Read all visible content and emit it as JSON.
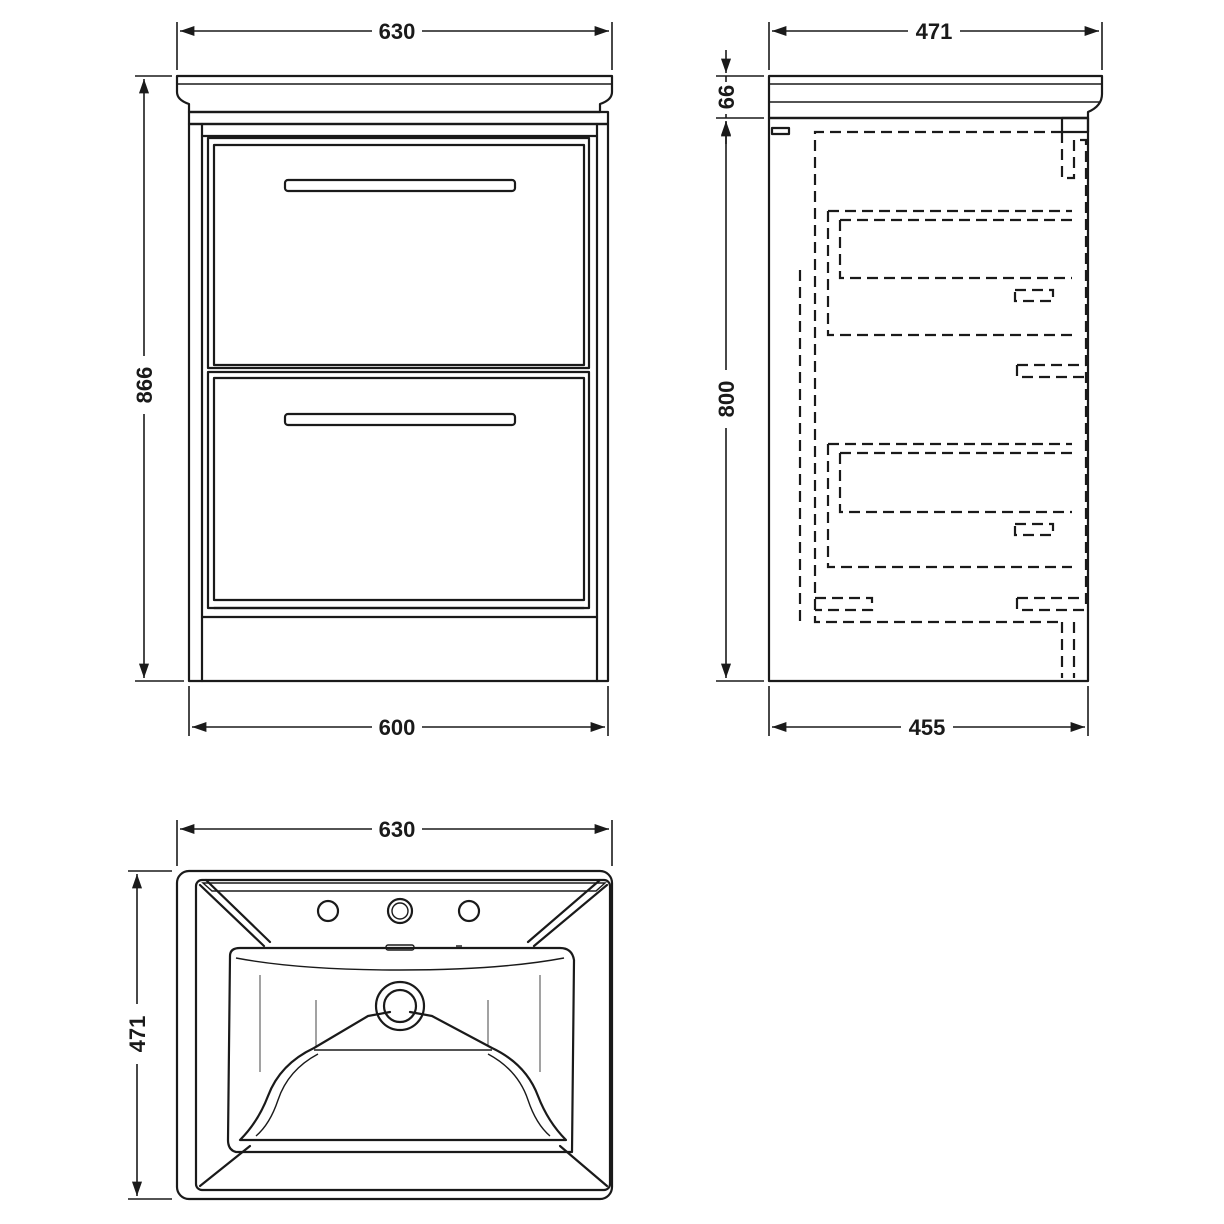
{
  "dimensions": {
    "front_basin_width": "630",
    "front_total_height": "866",
    "front_cabinet_width": "600",
    "side_basin_depth": "471",
    "side_basin_height": "66",
    "side_cabinet_height": "800",
    "side_cabinet_depth": "455",
    "top_basin_width": "630",
    "top_basin_depth": "471"
  },
  "colors": {
    "line": "#1a1a1a",
    "background": "#ffffff"
  }
}
